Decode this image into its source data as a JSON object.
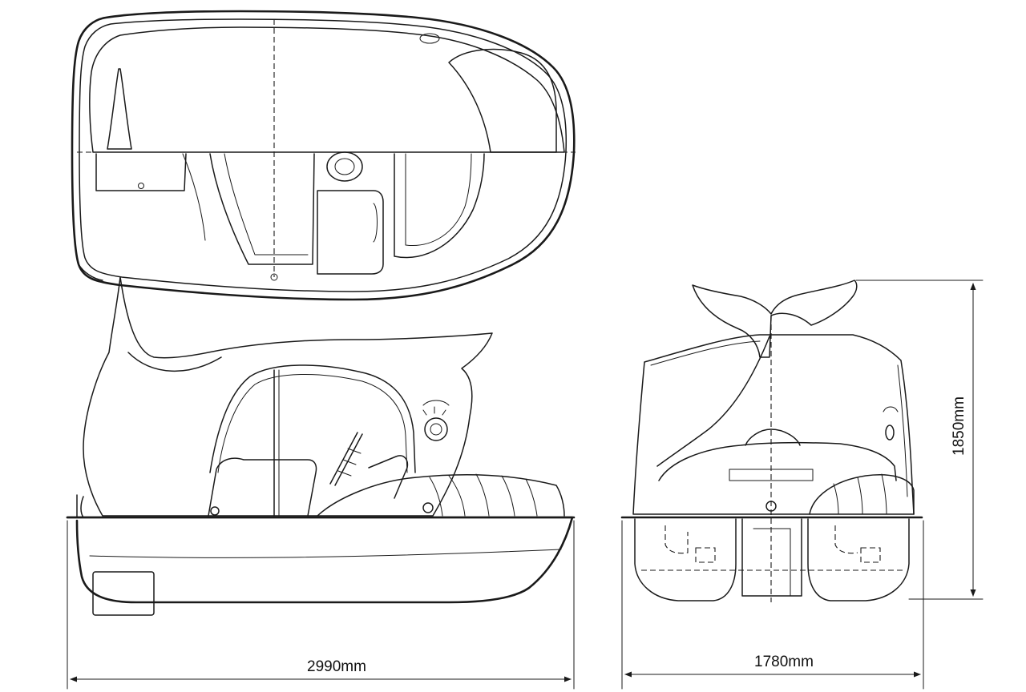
{
  "dimensions": {
    "length": "2990mm",
    "width": "1780mm",
    "height": "1850mm"
  },
  "colors": {
    "background": "#ffffff",
    "line": "#1a1a1a"
  }
}
